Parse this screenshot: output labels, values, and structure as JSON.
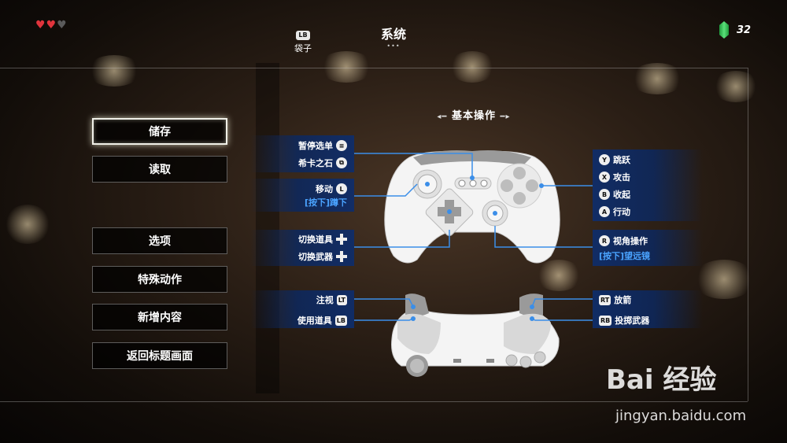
{
  "hud": {
    "hearts": {
      "full": 2,
      "empty": 1
    },
    "rupee_count": "32"
  },
  "tabs": {
    "bag": {
      "button": "LB",
      "label": "袋子"
    },
    "current": "系统",
    "page_dots": "•••"
  },
  "menu": {
    "items": [
      "储存",
      "读取",
      "选项",
      "特殊动作",
      "新增内容",
      "返回标题画面"
    ],
    "selected_index": 0
  },
  "controls": {
    "section_title": "基本操作",
    "left": {
      "pause_menu": {
        "label": "暂停选单",
        "icon": "menu-button-icon"
      },
      "sheikah_slate": {
        "label": "希卡之石",
        "icon": "view-button-icon"
      },
      "move": {
        "label": "移动",
        "button": "L"
      },
      "crouch": {
        "label": "[按下]蹲下"
      },
      "switch_gear": {
        "label": "切换道具",
        "icon": "dpad-icon"
      },
      "switch_weapon": {
        "label": "切换武器",
        "icon": "dpad-icon"
      },
      "target": {
        "label": "注视",
        "button": "LT"
      },
      "use_item": {
        "label": "使用道具",
        "button": "LB"
      }
    },
    "right": {
      "jump": {
        "label": "跳跃",
        "button": "Y"
      },
      "attack": {
        "label": "攻击",
        "button": "X"
      },
      "sheathe": {
        "label": "收起",
        "button": "B"
      },
      "action": {
        "label": "行动",
        "button": "A"
      },
      "camera": {
        "label": "视角操作",
        "button": "R"
      },
      "scope": {
        "label": "[按下]望远镜"
      },
      "fire_arrow": {
        "label": "放箭",
        "button": "RT"
      },
      "throw_weapon": {
        "label": "投掷武器",
        "button": "RB"
      }
    }
  },
  "watermark": {
    "brand": "Bai 经验",
    "url": "jingyan.baidu.com"
  },
  "colors": {
    "accent_line": "#3b8ee8",
    "sub_text": "#4aa3ff",
    "heart": "#e0343c",
    "rupee": "#3fcf60"
  }
}
